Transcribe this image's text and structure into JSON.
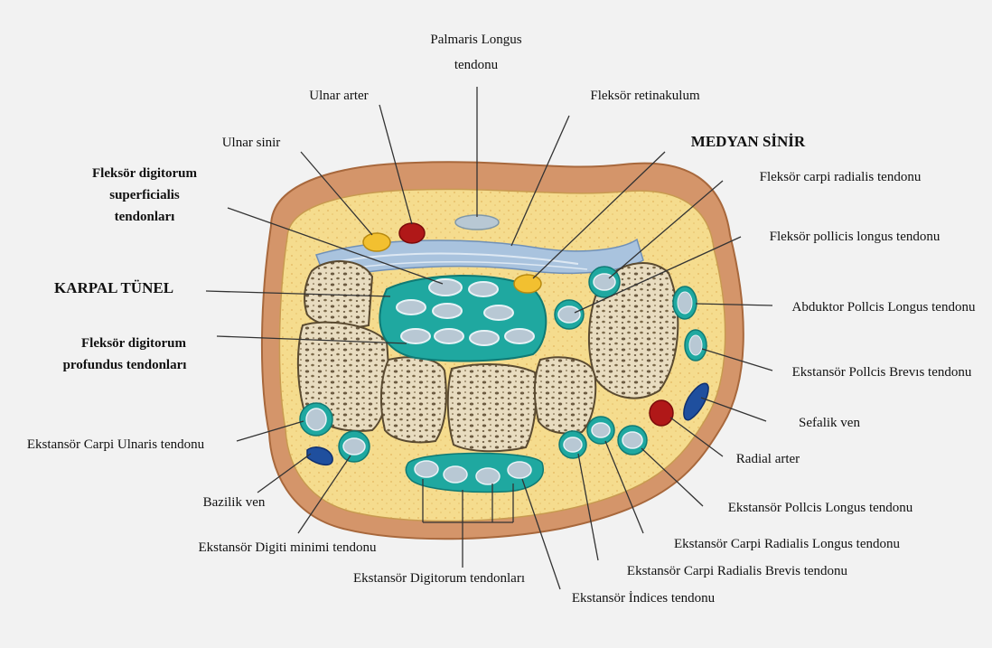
{
  "labels": {
    "palmaris_1": "Palmaris Longus",
    "palmaris_2": "tendonu",
    "ulnar_arter": "Ulnar arter",
    "fleksor_retinakulum": "Fleksör retinakulum",
    "ulnar_sinir": "Ulnar sinir",
    "medyan_sinir": "MEDYAN SİNİR",
    "fds_1": "Fleksör digitorum",
    "fds_2": "superficialis",
    "fds_3": "tendonları",
    "fcr": "Fleksör carpi radialis tendonu",
    "fpl": "Fleksör pollicis longus tendonu",
    "karpal_tunel": "KARPAL TÜNEL",
    "apl": "Abduktor Pollcis Longus tendonu",
    "fdp_1": "Fleksör digitorum",
    "fdp_2": "profundus tendonları",
    "epb": "Ekstansör Pollcis Brevıs tendonu",
    "sefalik_ven": "Sefalik ven",
    "ecu": "Ekstansör Carpi Ulnaris tendonu",
    "radial_arter": "Radial arter",
    "bazilik_ven": "Bazilik ven",
    "epl": "Ekstansör Pollcis Longus tendonu",
    "edm": "Ekstansör Digiti  minimi  tendonu",
    "ecrl": "Ekstansör Carpi Radialis Longus tendonu",
    "ed": "Ekstansör Digitorum tendonları",
    "ecrb": "Ekstansör Carpi Radialis Brevis tendonu",
    "ei": "Ekstansör İndices tendonu"
  },
  "colors": {
    "skin": "#d4956a",
    "fat": "#f3d98a",
    "bone": "#e8dcc0",
    "bone_pore": "#6b5a40",
    "sheath": "#1fa8a0",
    "tendon": "#b8c8d4",
    "retinaculum": "#a9c3de",
    "nerve": "#f2c030",
    "artery": "#b01818",
    "vein": "#1f4f9e"
  },
  "icons": {
    "bone": "carpal-bone-icon",
    "tendon": "tendon-sheath-icon"
  }
}
